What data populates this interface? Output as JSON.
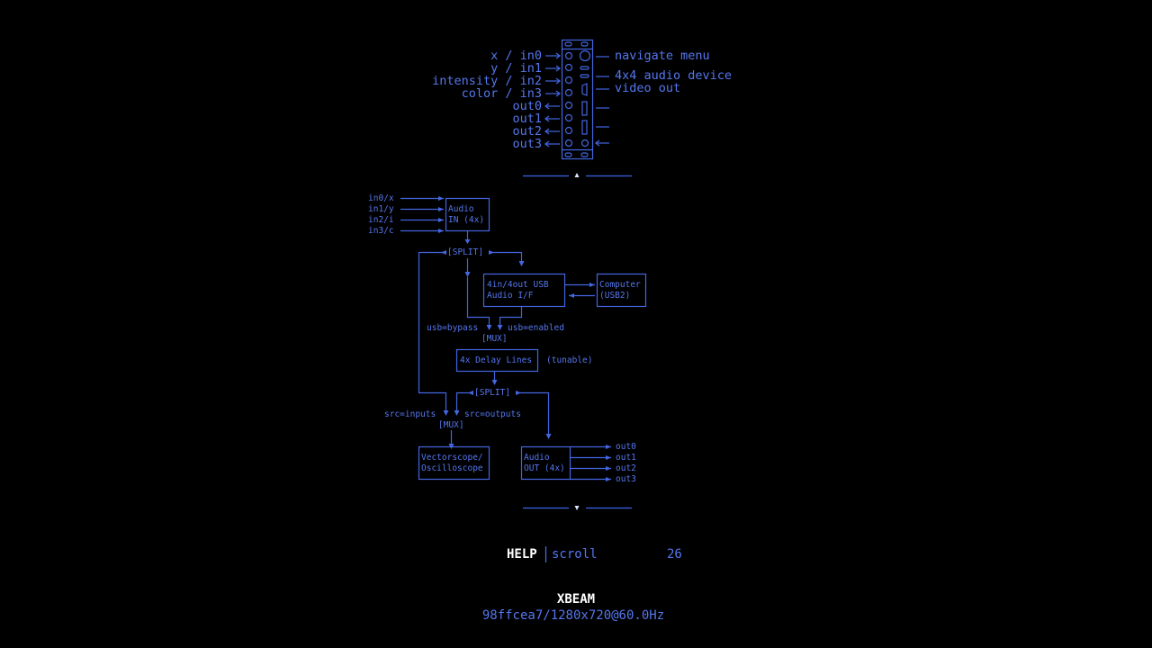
{
  "device_panel": {
    "left_labels": [
      "x / in0",
      "y / in1",
      "intensity / in2",
      "color / in3",
      "out0",
      "out1",
      "out2",
      "out3"
    ],
    "right_labels": [
      "navigate menu",
      "4x4 audio device",
      "video out"
    ]
  },
  "diagram": {
    "inputs": [
      "in0/x",
      "in1/y",
      "in2/i",
      "in3/c"
    ],
    "audio_in": [
      "Audio",
      "IN (4x)"
    ],
    "split1": "[SPLIT]",
    "usb_if": [
      "4in/4out USB",
      "Audio I/F"
    ],
    "computer": [
      "Computer",
      "(USB2)"
    ],
    "mux1_left": "usb=bypass",
    "mux1_right": "usb=enabled",
    "mux1": "[MUX]",
    "delay": "4x Delay Lines",
    "delay_note": "(tunable)",
    "split2": "[SPLIT]",
    "mux2_left": "src=inputs",
    "mux2_right": "src=outputs",
    "mux2": "[MUX]",
    "scope": [
      "Vectorscope/",
      "Oscilloscope"
    ],
    "audio_out": [
      "Audio",
      "OUT (4x)"
    ],
    "outputs": [
      "out0",
      "out1",
      "out2",
      "out3"
    ]
  },
  "status": {
    "mode": "HELP",
    "action": "scroll",
    "page": "26"
  },
  "footer": {
    "app": "XBEAM",
    "build": "98ffcea7/1280x720@60.0Hz"
  },
  "colors": {
    "accent": "#4466e0",
    "text": "#5577ee",
    "highlight": "#ffffff",
    "background": "#000000"
  }
}
